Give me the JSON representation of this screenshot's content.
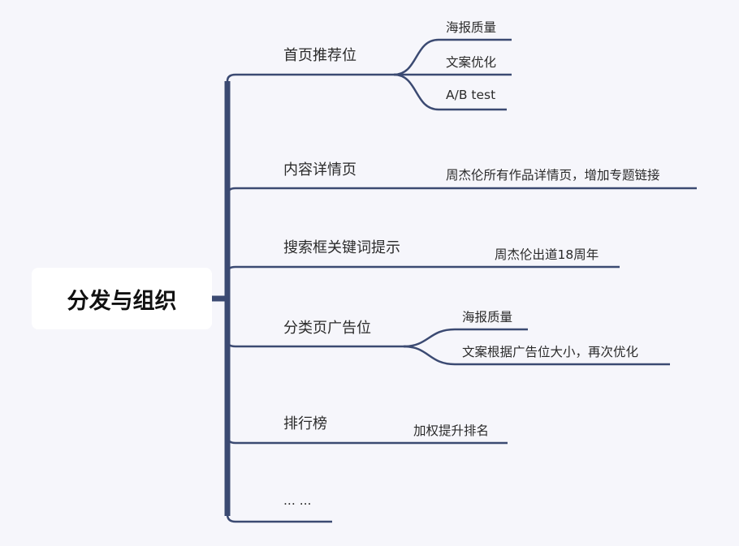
{
  "root": {
    "label": "分发与组织"
  },
  "branches": [
    {
      "label": "首页推荐位",
      "children": [
        "海报质量",
        "文案优化",
        "A/B test"
      ]
    },
    {
      "label": "内容详情页",
      "children": [
        "周杰伦所有作品详情页，增加专题链接"
      ]
    },
    {
      "label": "搜索框关键词提示",
      "children": [
        "周杰伦出道18周年"
      ]
    },
    {
      "label": "分类页广告位",
      "children": [
        "海报质量",
        "文案根据广告位大小，再次优化"
      ]
    },
    {
      "label": "排行榜",
      "children": [
        "加权提升排名"
      ]
    },
    {
      "label": "... ...",
      "children": []
    }
  ],
  "colors": {
    "line": "#3b4a72",
    "root_bg": "#ffffff",
    "background": "#f6f6fb"
  }
}
